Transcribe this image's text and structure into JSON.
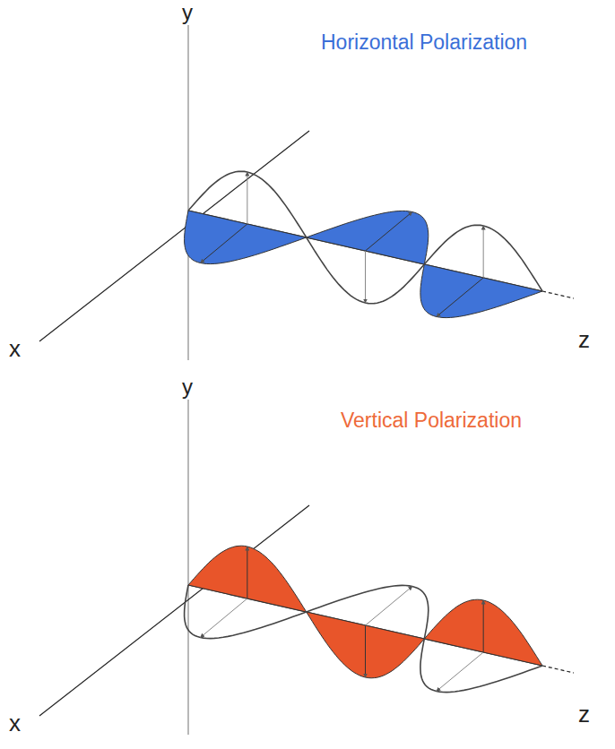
{
  "diagram": {
    "labels": [
      "y",
      "Horizontal Polarization",
      "x",
      "z",
      "y",
      "Vertical Polarization",
      "x",
      "z"
    ]
  }
}
